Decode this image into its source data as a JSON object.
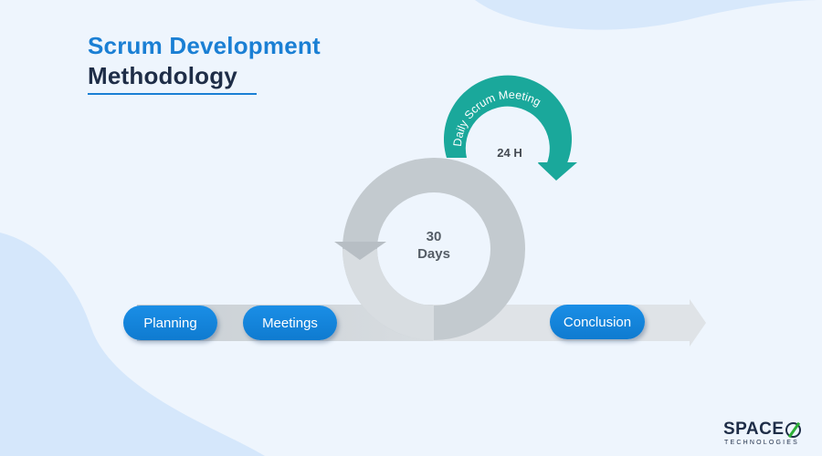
{
  "title": {
    "line1": "Scrum Development",
    "line2": "Methodology"
  },
  "steps": {
    "planning": "Planning",
    "meetings": "Meetings",
    "conclusion": "Conclusion"
  },
  "sprint_cycle": {
    "number": "30",
    "unit": "Days"
  },
  "daily_cycle": {
    "label": "Daily Scrum Meeting",
    "duration": "24 H"
  },
  "logo": {
    "name_prefix": "SPACE",
    "tagline": "TECHNOLOGIES"
  },
  "colors": {
    "title_blue": "#1a7fd4",
    "title_dark": "#1e2d47",
    "pill_blue": "#1186e0",
    "teal": "#1aa89b",
    "grey_ring": "#c3cacf",
    "arrow_light": "#dfe3e7",
    "logo_accent": "#2cae35"
  }
}
